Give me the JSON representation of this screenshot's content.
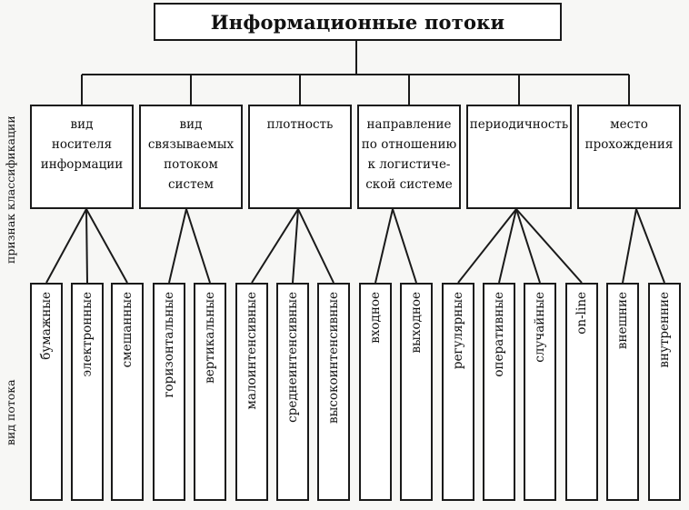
{
  "title": "Информационные потоки",
  "axis_labels": {
    "classification": "признак классификации",
    "flow_type": "вид потока"
  },
  "categories": [
    {
      "label": "вид\nносителя\nинформации",
      "leaves": [
        "бумажные",
        "электронные",
        "смешанные"
      ]
    },
    {
      "label": "вид\nсвязываемых\nпотоком\nсистем",
      "leaves": [
        "горизонтальные",
        "вертикальные"
      ]
    },
    {
      "label": "плотность",
      "leaves": [
        "малоинтенсивные",
        "среднеинтенсивные",
        "высокоинтенсивные"
      ]
    },
    {
      "label": "направление\nпо отношению\nк логистиче-\nской системе",
      "leaves": [
        "входное",
        "выходное"
      ]
    },
    {
      "label": "периодичность",
      "leaves": [
        "регулярные",
        "оперативные",
        "случайные",
        "on-line"
      ]
    },
    {
      "label": "место\nпрохождения",
      "leaves": [
        "внешние",
        "внутренние"
      ]
    }
  ]
}
